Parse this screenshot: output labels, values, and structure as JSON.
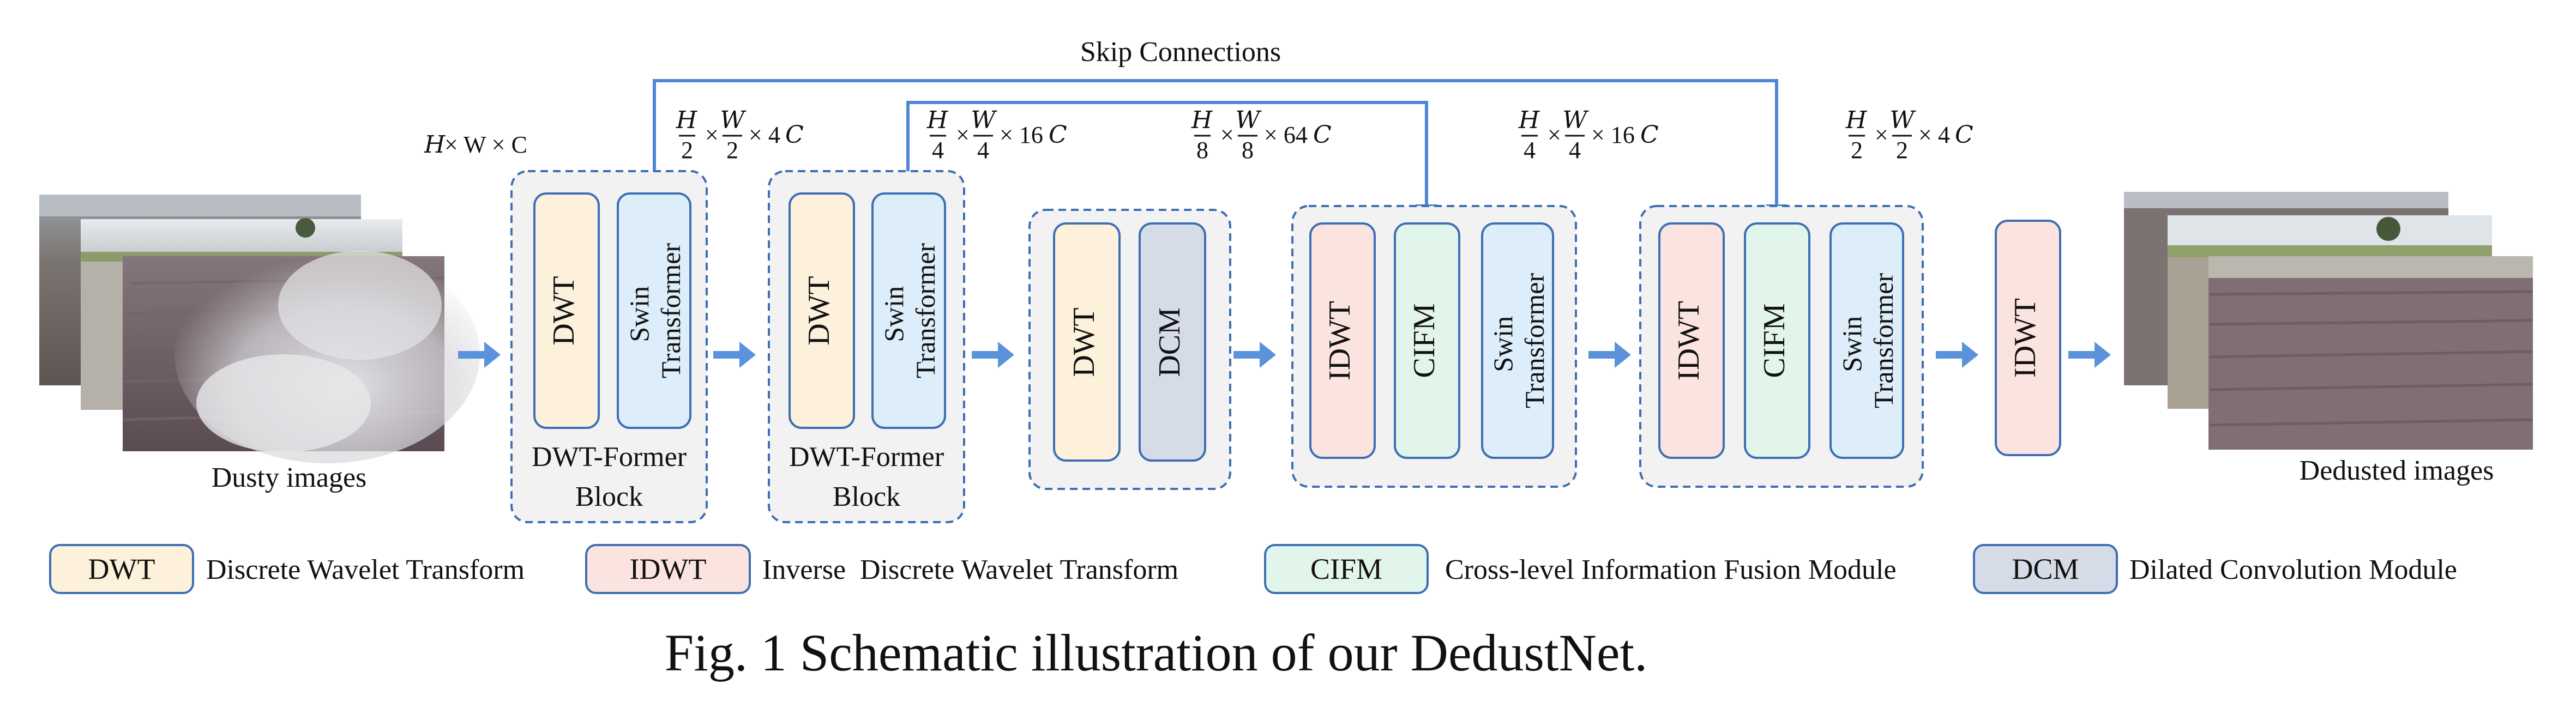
{
  "colors": {
    "dwt": "#fdf1dc",
    "idwt": "#fbe4e0",
    "cifm": "#e2f5ea",
    "dcm": "#d5dce7",
    "swin": "#ddeefa",
    "border": "#3d6fb4",
    "arrow": "#5a93dc",
    "group_fill": "#f2f2f2"
  },
  "labels": {
    "skip_connections": "Skip Connections",
    "dusty_images": "Dusty images",
    "dedusted_images": "Dedusted images",
    "block_caption": [
      "DWT-Former",
      "Block"
    ],
    "caption": "Fig. 1 Schematic illustration of our DedustNet."
  },
  "dims": {
    "d0": "H × W × C",
    "d1": "H/2 × W/2 × 4C",
    "d2": "H/4 × W/4 × 16C",
    "d3": "H/8 × W/8 × 64C",
    "d4": "H/4 × W/4 × 16C",
    "d5": "H/2 × W/2 × 4C"
  },
  "modules": {
    "dwt": "DWT",
    "idwt": "IDWT",
    "cifm": "CIFM",
    "dcm": "DCM",
    "swin": [
      "Swin",
      "Transformer"
    ]
  },
  "legend": [
    {
      "key": "DWT",
      "desc": "Discrete Wavelet Transform"
    },
    {
      "key": "IDWT",
      "desc": "Inverse  Discrete Wavelet Transform"
    },
    {
      "key": "CIFM",
      "desc": "Cross-level Information Fusion Module"
    },
    {
      "key": "DCM",
      "desc": "Dilated Convolution Module"
    }
  ]
}
